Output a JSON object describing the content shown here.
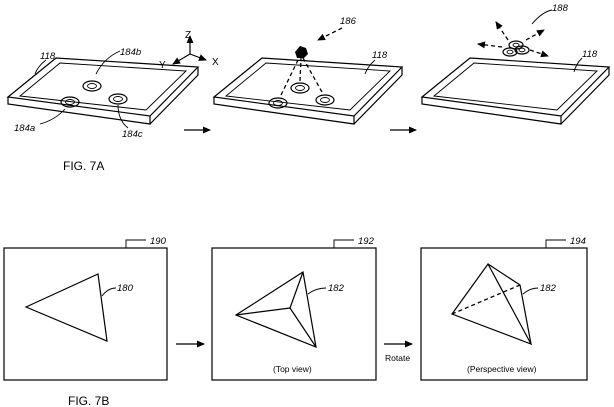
{
  "fig_7a": {
    "caption": "FIG. 7A",
    "tablet_ref": "118",
    "marker_a": "184a",
    "marker_b": "184b",
    "marker_c": "184c",
    "lift_ref": "186",
    "scatter_ref": "188",
    "axes": {
      "z": "Z",
      "y": "Y",
      "x": "X"
    }
  },
  "fig_7b": {
    "caption": "FIG. 7B",
    "panel_1": {
      "ref": "190",
      "shape_ref": "180"
    },
    "panel_2": {
      "ref": "192",
      "shape_ref": "182",
      "caption": "(Top view)"
    },
    "panel_3": {
      "ref": "194",
      "shape_ref": "182",
      "caption": "(Perspective view)"
    },
    "transition": "Rotate"
  }
}
